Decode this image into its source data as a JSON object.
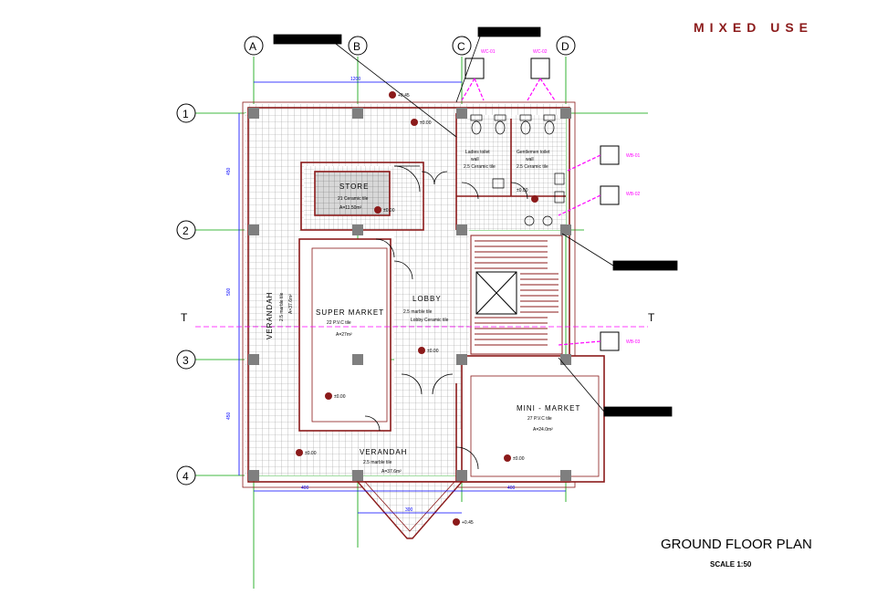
{
  "header": {
    "title": "MIXED USE"
  },
  "plan": {
    "title": "GROUND FLOOR PLAN",
    "scale": "SCALE  1:50"
  },
  "grid": {
    "columns": [
      "A",
      "B",
      "C",
      "D"
    ],
    "rows": [
      "1",
      "2",
      "3",
      "4"
    ],
    "section_mark": "T"
  },
  "rooms": {
    "store": {
      "name": "STORE",
      "finish": "21 Ceramic tile",
      "area": "A=11.50m²"
    },
    "super_market": {
      "name": "SUPER MARKET",
      "finish": "22 P.V.C tile",
      "area": "A=27m²"
    },
    "lobby": {
      "name": "LOBBY",
      "finish": "2.5 marble tile",
      "extra": "Lobby Ceramic tile"
    },
    "mini_market": {
      "name": "MINI - MARKET",
      "finish": "27 P.V.C tile",
      "area": "A=24.0m²"
    },
    "verandah_front": {
      "name": "VERANDAH",
      "finish": "2.5 marble tile",
      "area": "A=37.6m²"
    },
    "verandah_side": {
      "name": "VERANDAH",
      "finish": "2.5 marble tile",
      "area": "A=37.6m²"
    },
    "ladies_wc": {
      "name": "Ladies toilet",
      "finish": "wall",
      "extra": "2.5 Ceramic tile"
    },
    "gents_wc": {
      "name": "Gentlemen toilet",
      "finish": "wall",
      "extra": "2.5 Ceramic tile"
    }
  },
  "levels": [
    "+0.45",
    "±0.00",
    "±0.00",
    "±0.00",
    "±0.00",
    "±0.00",
    "±0.00",
    "±0.00",
    "+0.45"
  ],
  "fixture_tags": [
    "WC-01",
    "WC-02",
    "WB-01",
    "WB-02",
    "WB-03"
  ],
  "dimensions": {
    "top": "1200",
    "side_upper": "450",
    "side_mid": "500",
    "side_lower": "450",
    "bottom_left": "400",
    "bottom_right": "400",
    "entry": "300"
  },
  "colors": {
    "wall": "#8b1a1a",
    "grid": "#00a000",
    "dimension": "#0000ff",
    "fixture": "#ff00ff",
    "column": "#808080",
    "tile": "#808080"
  }
}
